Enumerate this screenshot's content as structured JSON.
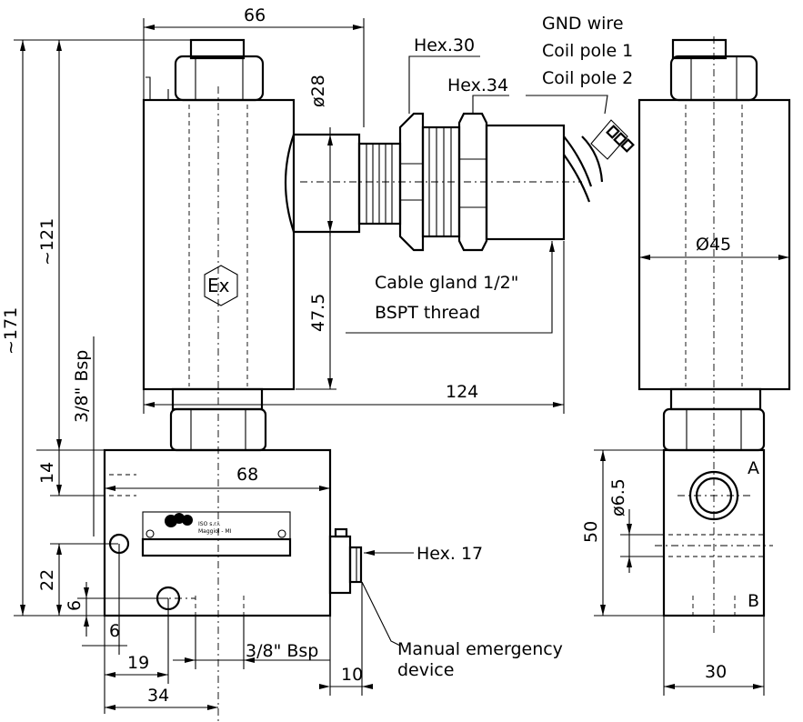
{
  "dimensions": {
    "width_top": "66",
    "dia28": "ø28",
    "hex30": "Hex.30",
    "hex34": "Hex.34",
    "dia45": "Ø45",
    "h121": "~121",
    "h171": "~171",
    "h47_5": "47.5",
    "w124": "124",
    "bsp_left": "3/8\" Bsp",
    "h14": "14",
    "w68": "68",
    "h22": "22",
    "h6": "6",
    "w6": "6",
    "w19": "19",
    "w34": "34",
    "bsp_bottom": "3/8\" Bsp",
    "w10": "10",
    "dia6_5": "ø6.5",
    "h50": "50",
    "w30": "30"
  },
  "labels": {
    "gnd_wire": "GND wire",
    "coil_pole_1": "Coil pole 1",
    "coil_pole_2": "Coil pole 2",
    "cable_gland_1": "Cable gland 1/2\"",
    "cable_gland_2": "BSPT thread",
    "hex17": "Hex. 17",
    "manual_1": "Manual emergency",
    "manual_2": "device",
    "ex_mark": "Ex",
    "port_a": "A",
    "port_b": "B",
    "plate_line1": "ISO s.r.l.",
    "plate_line2": "Maggiol - MI"
  }
}
